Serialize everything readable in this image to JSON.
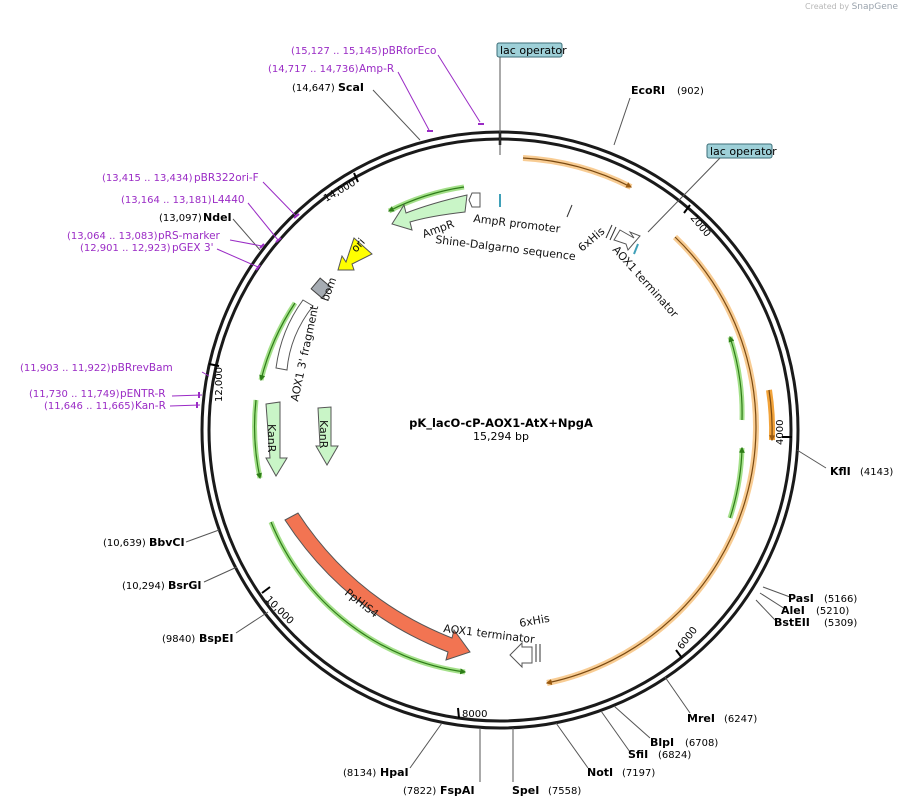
{
  "credit": {
    "prefix": "Created by",
    "brand": "SnapGene"
  },
  "plasmid": {
    "name": "pK_lacO-cP-AOX1-AtX+NpgA",
    "length_label": "15,294 bp"
  },
  "ticks": [
    {
      "label": "2000"
    },
    {
      "label": "4000"
    },
    {
      "label": "6000"
    },
    {
      "label": "8000"
    },
    {
      "label": "10,000"
    },
    {
      "label": "12,000"
    },
    {
      "label": "14,000"
    }
  ],
  "sites": [
    {
      "name": "EcoRI",
      "pos": "(902)"
    },
    {
      "name": "KflI",
      "pos": "(4143)"
    },
    {
      "name": "PasI",
      "pos": "(5166)"
    },
    {
      "name": "AleI",
      "pos": "(5210)"
    },
    {
      "name": "BstEII",
      "pos": "(5309)"
    },
    {
      "name": "MreI",
      "pos": "(6247)"
    },
    {
      "name": "BlpI",
      "pos": "(6708)"
    },
    {
      "name": "SfiI",
      "pos": "(6824)"
    },
    {
      "name": "NotI",
      "pos": "(7197)"
    },
    {
      "name": "SpeI",
      "pos": "(7558)"
    },
    {
      "name": "FspAI",
      "pos": "(7822)"
    },
    {
      "name": "HpaI",
      "pos": "(8134)"
    },
    {
      "name": "BspEI",
      "pos": "(9840)"
    },
    {
      "name": "BsrGI",
      "pos": "(10,294)"
    },
    {
      "name": "BbvCI",
      "pos": "(10,639)"
    },
    {
      "name": "NdeI",
      "pos": "(13,097)"
    },
    {
      "name": "ScaI",
      "pos": "(14,647)"
    }
  ],
  "primers": [
    {
      "name": "pBRforEco",
      "pos": "(15,127 .. 15,145)"
    },
    {
      "name": "Amp-R",
      "pos": "(14,717 .. 14,736)"
    },
    {
      "name": "pBR322ori-F",
      "pos": "(13,415 .. 13,434)"
    },
    {
      "name": "L4440",
      "pos": "(13,164 .. 13,181)"
    },
    {
      "name": "pRS-marker",
      "pos": "(13,064 .. 13,083)"
    },
    {
      "name": "pGEX 3'",
      "pos": "(12,901 .. 12,923)"
    },
    {
      "name": "pBRrevBam",
      "pos": "(11,903 .. 11,922)"
    },
    {
      "name": "pENTR-R",
      "pos": "(11,730 .. 11,749)"
    },
    {
      "name": "Kan-R",
      "pos": "(11,646 .. 11,665)"
    }
  ],
  "features": {
    "lac_operator_1": "lac operator",
    "lac_operator_2": "lac operator",
    "ampr_promoter": "AmpR promoter",
    "shine_dalgarno": "Shine-Dalgarno sequence",
    "ampr": "AmpR",
    "six_his_1": "6xHis",
    "aox1_terminator_1": "AOX1 terminator",
    "ori": "ori",
    "bom": "bom",
    "aox1_3_fragment": "AOX1 3' fragment",
    "kanr_1": "KanR",
    "kanr_2": "KanR",
    "pphis4": "PpHIS4",
    "aox1_terminator_2": "AOX1 terminator",
    "six_his_2": "6xHis"
  },
  "colors": {
    "backbone": "#1a1a1a",
    "orange_feature": "#f2a33a",
    "green_feature": "#3c9a1f",
    "ampr_fill": "#c9f5c7",
    "ori_fill": "#ffff00",
    "pphis4_fill": "#f27452",
    "primer": "#9a2bc5",
    "lac_box": "#9ed0d8"
  }
}
